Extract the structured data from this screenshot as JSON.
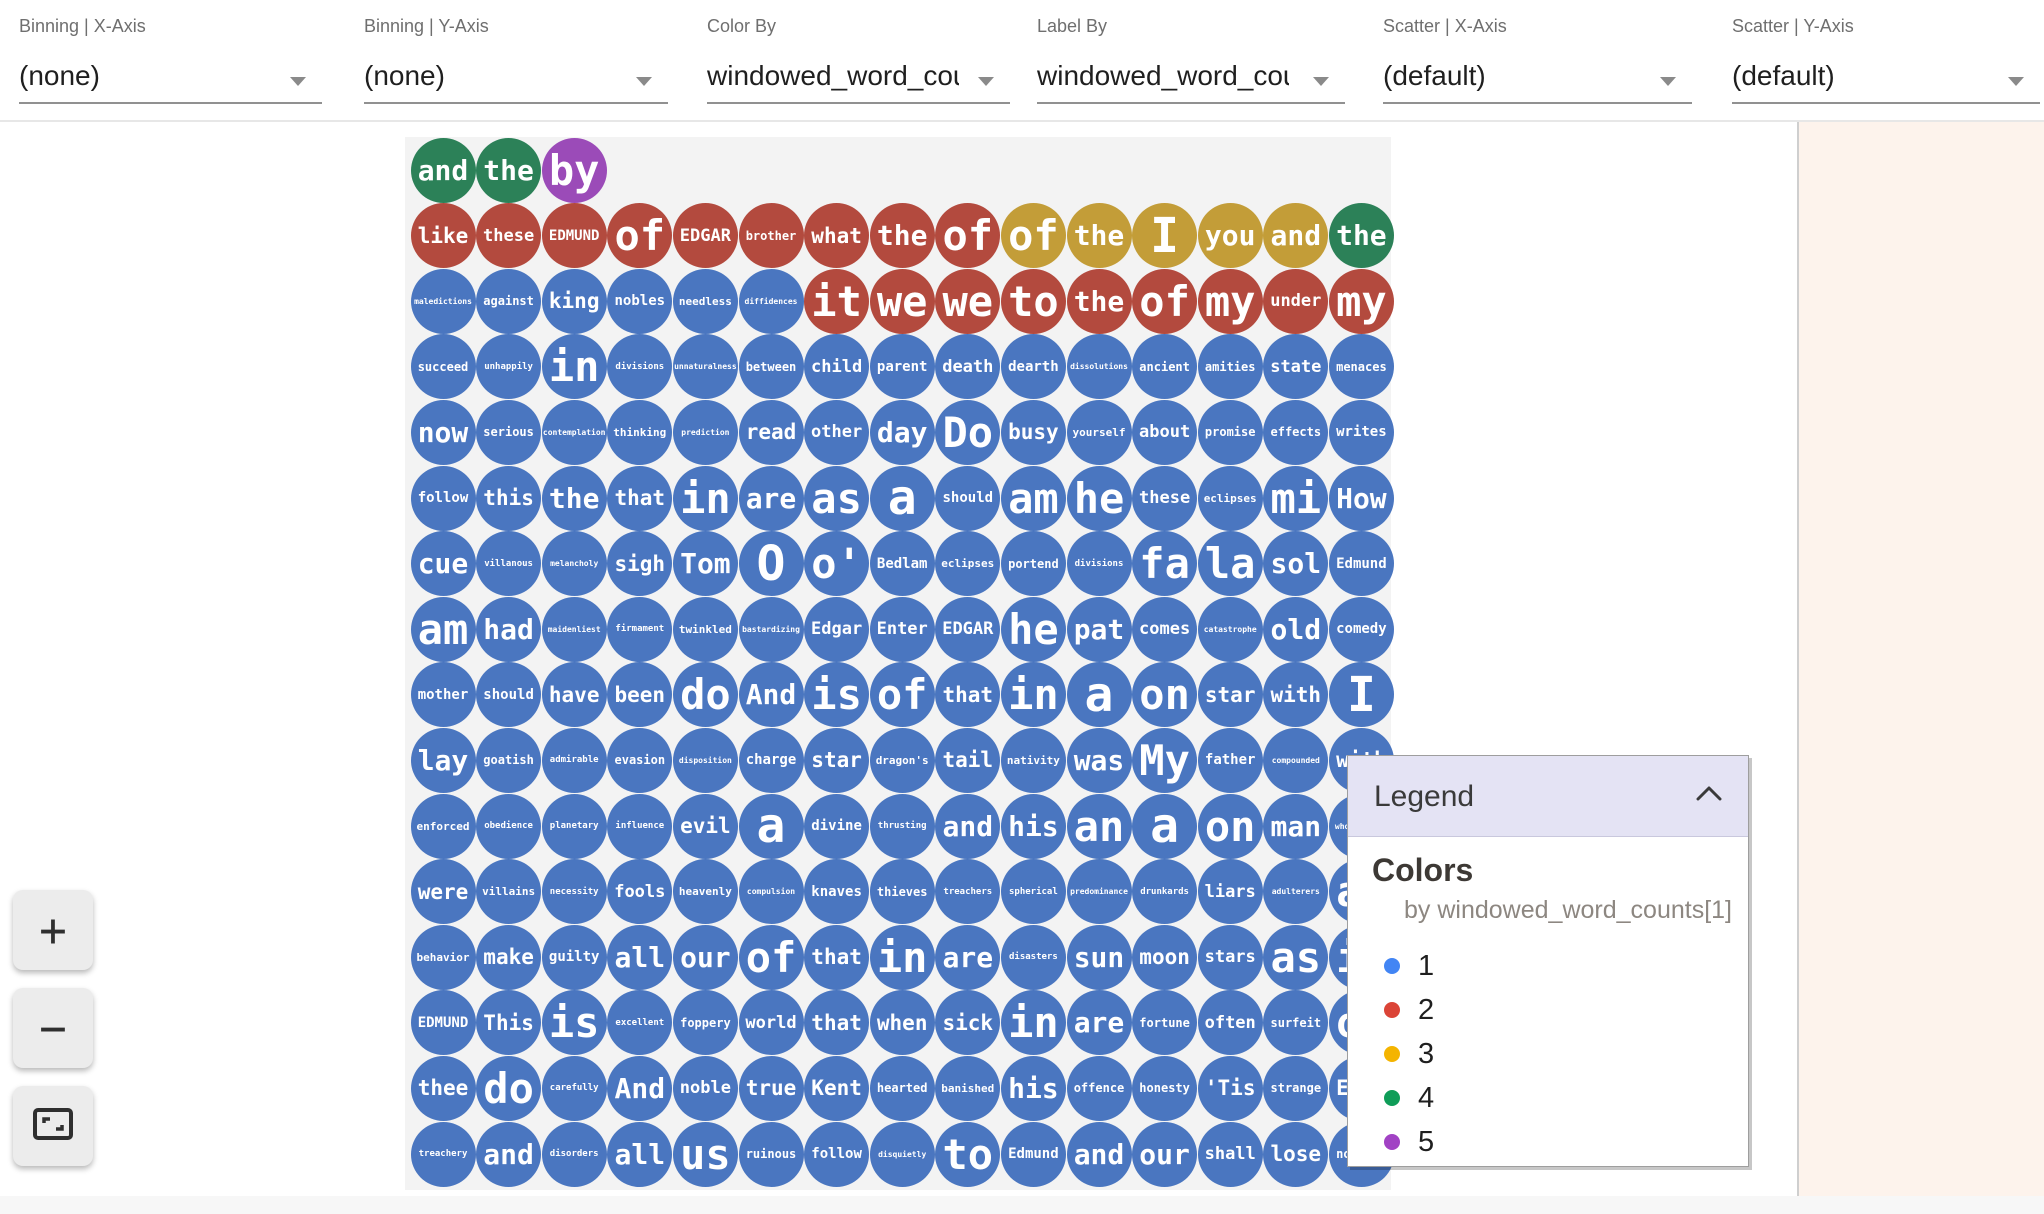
{
  "topbar": {
    "fields": [
      {
        "label": "Binning | X-Axis",
        "value": "(none)"
      },
      {
        "label": "Binning | Y-Axis",
        "value": "(none)"
      },
      {
        "label": "Color By",
        "value": "windowed_word_counts"
      },
      {
        "label": "Label By",
        "value": "windowed_word_counts"
      },
      {
        "label": "Scatter | X-Axis",
        "value": "(default)"
      },
      {
        "label": "Scatter | Y-Axis",
        "value": "(default)"
      }
    ]
  },
  "legend": {
    "title": "Legend",
    "section_title": "Colors",
    "subtitle": "by windowed_word_counts[1]",
    "items": [
      {
        "value": "1",
        "color": "#4285f4"
      },
      {
        "value": "2",
        "color": "#db4437"
      },
      {
        "value": "3",
        "color": "#f4b400"
      },
      {
        "value": "4",
        "color": "#0f9d58"
      },
      {
        "value": "5",
        "color": "#a142c4"
      }
    ]
  },
  "zoom_controls": {
    "zoom_in": "+",
    "zoom_out": "−"
  },
  "palette": {
    "circle_colors": {
      "1": "#4a76c0",
      "2": "#b34a3e",
      "3": "#c39d38",
      "4": "#2c8158",
      "5": "#9b4bb8"
    },
    "grid_background": "#f3f3f3",
    "info_panel_background": "#fdf3ec",
    "legend_header_background": "#e4e3f4"
  },
  "grid": {
    "rows": [
      [
        [
          "and",
          4
        ],
        [
          "the",
          4
        ],
        [
          "by",
          5
        ]
      ],
      [
        [
          "like",
          2
        ],
        [
          "these",
          2
        ],
        [
          "EDMUND",
          2
        ],
        [
          "of",
          2
        ],
        [
          "EDGAR",
          2
        ],
        [
          "brother",
          2
        ],
        [
          "what",
          2
        ],
        [
          "the",
          2
        ],
        [
          "of",
          2
        ],
        [
          "of",
          3
        ],
        [
          "the",
          3
        ],
        [
          "I",
          3
        ],
        [
          "you",
          3
        ],
        [
          "and",
          3
        ],
        [
          "the",
          4
        ]
      ],
      [
        [
          "maledictions",
          1
        ],
        [
          "against",
          1
        ],
        [
          "king",
          1
        ],
        [
          "nobles",
          1
        ],
        [
          "needless",
          1
        ],
        [
          "diffidences",
          1
        ],
        [
          "it",
          2
        ],
        [
          "we",
          2
        ],
        [
          "we",
          2
        ],
        [
          "to",
          2
        ],
        [
          "the",
          2
        ],
        [
          "of",
          2
        ],
        [
          "my",
          2
        ],
        [
          "under",
          2
        ],
        [
          "my",
          2
        ]
      ],
      [
        [
          "succeed",
          1
        ],
        [
          "unhappily",
          1
        ],
        [
          "in",
          1
        ],
        [
          "divisions",
          1
        ],
        [
          "unnaturalness",
          1
        ],
        [
          "between",
          1
        ],
        [
          "child",
          1
        ],
        [
          "parent",
          1
        ],
        [
          "death",
          1
        ],
        [
          "dearth",
          1
        ],
        [
          "dissolutions",
          1
        ],
        [
          "ancient",
          1
        ],
        [
          "amities",
          1
        ],
        [
          "state",
          1
        ],
        [
          "menaces",
          1
        ]
      ],
      [
        [
          "now",
          1
        ],
        [
          "serious",
          1
        ],
        [
          "contemplation",
          1
        ],
        [
          "thinking",
          1
        ],
        [
          "prediction",
          1
        ],
        [
          "read",
          1
        ],
        [
          "other",
          1
        ],
        [
          "day",
          1
        ],
        [
          "Do",
          1
        ],
        [
          "busy",
          1
        ],
        [
          "yourself",
          1
        ],
        [
          "about",
          1
        ],
        [
          "promise",
          1
        ],
        [
          "effects",
          1
        ],
        [
          "writes",
          1
        ]
      ],
      [
        [
          "follow",
          1
        ],
        [
          "this",
          1
        ],
        [
          "the",
          1
        ],
        [
          "that",
          1
        ],
        [
          "in",
          1
        ],
        [
          "are",
          1
        ],
        [
          "as",
          1
        ],
        [
          "a",
          1
        ],
        [
          "should",
          1
        ],
        [
          "am",
          1
        ],
        [
          "he",
          1
        ],
        [
          "these",
          1
        ],
        [
          "eclipses",
          1
        ],
        [
          "mi",
          1
        ],
        [
          "How",
          1
        ]
      ],
      [
        [
          "cue",
          1
        ],
        [
          "villanous",
          1
        ],
        [
          "melancholy",
          1
        ],
        [
          "sigh",
          1
        ],
        [
          "Tom",
          1
        ],
        [
          "O",
          1
        ],
        [
          "o'",
          1
        ],
        [
          "Bedlam",
          1
        ],
        [
          "eclipses",
          1
        ],
        [
          "portend",
          1
        ],
        [
          "divisions",
          1
        ],
        [
          "fa",
          1
        ],
        [
          "la",
          1
        ],
        [
          "sol",
          1
        ],
        [
          "Edmund",
          1
        ]
      ],
      [
        [
          "am",
          1
        ],
        [
          "had",
          1
        ],
        [
          "maidenliest",
          1
        ],
        [
          "firmament",
          1
        ],
        [
          "twinkled",
          1
        ],
        [
          "bastardizing",
          1
        ],
        [
          "Edgar",
          1
        ],
        [
          "Enter",
          1
        ],
        [
          "EDGAR",
          1
        ],
        [
          "he",
          1
        ],
        [
          "pat",
          1
        ],
        [
          "comes",
          1
        ],
        [
          "catastrophe",
          1
        ],
        [
          "old",
          1
        ],
        [
          "comedy",
          1
        ]
      ],
      [
        [
          "mother",
          1
        ],
        [
          "should",
          1
        ],
        [
          "have",
          1
        ],
        [
          "been",
          1
        ],
        [
          "do",
          1
        ],
        [
          "And",
          1
        ],
        [
          "is",
          1
        ],
        [
          "of",
          1
        ],
        [
          "that",
          1
        ],
        [
          "in",
          1
        ],
        [
          "a",
          1
        ],
        [
          "on",
          1
        ],
        [
          "star",
          1
        ],
        [
          "with",
          1
        ],
        [
          "I",
          1
        ]
      ],
      [
        [
          "lay",
          1
        ],
        [
          "goatish",
          1
        ],
        [
          "admirable",
          1
        ],
        [
          "evasion",
          1
        ],
        [
          "disposition",
          1
        ],
        [
          "charge",
          1
        ],
        [
          "star",
          1
        ],
        [
          "dragon's",
          1
        ],
        [
          "tail",
          1
        ],
        [
          "nativity",
          1
        ],
        [
          "was",
          1
        ],
        [
          "My",
          1
        ],
        [
          "father",
          1
        ],
        [
          "compounded",
          1
        ],
        [
          "with",
          1
        ]
      ],
      [
        [
          "enforced",
          1
        ],
        [
          "obedience",
          1
        ],
        [
          "planetary",
          1
        ],
        [
          "influence",
          1
        ],
        [
          "evil",
          1
        ],
        [
          "a",
          1
        ],
        [
          "divine",
          1
        ],
        [
          "thrusting",
          1
        ],
        [
          "and",
          1
        ],
        [
          "his",
          1
        ],
        [
          "an",
          1
        ],
        [
          "a",
          1
        ],
        [
          "on",
          1
        ],
        [
          "man",
          1
        ],
        [
          "whoremaster",
          1
        ]
      ],
      [
        [
          "were",
          1
        ],
        [
          "villains",
          1
        ],
        [
          "necessity",
          1
        ],
        [
          "fools",
          1
        ],
        [
          "heavenly",
          1
        ],
        [
          "compulsion",
          1
        ],
        [
          "knaves",
          1
        ],
        [
          "thieves",
          1
        ],
        [
          "treachers",
          1
        ],
        [
          "spherical",
          1
        ],
        [
          "predominance",
          1
        ],
        [
          "drunkards",
          1
        ],
        [
          "liars",
          1
        ],
        [
          "adulterers",
          1
        ],
        [
          "an",
          1
        ]
      ],
      [
        [
          "behavior",
          1
        ],
        [
          "make",
          1
        ],
        [
          "guilty",
          1
        ],
        [
          "all",
          1
        ],
        [
          "our",
          1
        ],
        [
          "of",
          1
        ],
        [
          "that",
          1
        ],
        [
          "in",
          1
        ],
        [
          "are",
          1
        ],
        [
          "disasters",
          1
        ],
        [
          "sun",
          1
        ],
        [
          "moon",
          1
        ],
        [
          "stars",
          1
        ],
        [
          "as",
          1
        ],
        [
          "if",
          1
        ]
      ],
      [
        [
          "EDMUND",
          1
        ],
        [
          "This",
          1
        ],
        [
          "is",
          1
        ],
        [
          "excellent",
          1
        ],
        [
          "foppery",
          1
        ],
        [
          "world",
          1
        ],
        [
          "that",
          1
        ],
        [
          "when",
          1
        ],
        [
          "sick",
          1
        ],
        [
          "in",
          1
        ],
        [
          "are",
          1
        ],
        [
          "fortune",
          1
        ],
        [
          "often",
          1
        ],
        [
          "surfeit",
          1
        ],
        [
          "of",
          1
        ]
      ],
      [
        [
          "thee",
          1
        ],
        [
          "do",
          1
        ],
        [
          "carefully",
          1
        ],
        [
          "And",
          1
        ],
        [
          "noble",
          1
        ],
        [
          "true",
          1
        ],
        [
          "Kent",
          1
        ],
        [
          "hearted",
          1
        ],
        [
          "banished",
          1
        ],
        [
          "his",
          1
        ],
        [
          "offence",
          1
        ],
        [
          "honesty",
          1
        ],
        [
          "'Tis",
          1
        ],
        [
          "strange",
          1
        ],
        [
          "Exit",
          1
        ]
      ],
      [
        [
          "treachery",
          1
        ],
        [
          "and",
          1
        ],
        [
          "disorders",
          1
        ],
        [
          "all",
          1
        ],
        [
          "us",
          1
        ],
        [
          "ruinous",
          1
        ],
        [
          "follow",
          1
        ],
        [
          "disquietly",
          1
        ],
        [
          "to",
          1
        ],
        [
          "Edmund",
          1
        ],
        [
          "and",
          1
        ],
        [
          "our",
          1
        ],
        [
          "shall",
          1
        ],
        [
          "lose",
          1
        ],
        [
          "nothing",
          1
        ]
      ]
    ]
  }
}
